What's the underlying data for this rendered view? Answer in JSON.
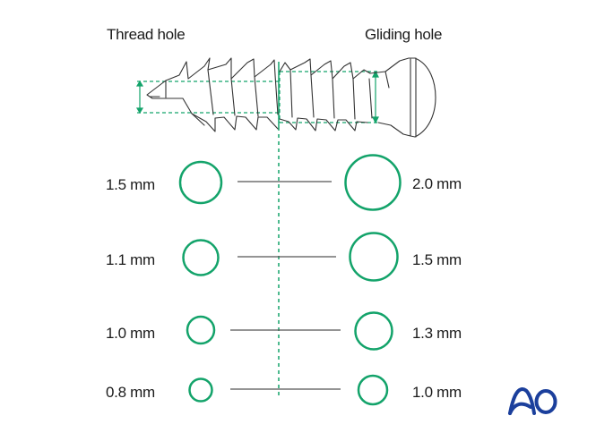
{
  "headers": {
    "thread_hole": "Thread hole",
    "gliding_hole": "Gliding hole"
  },
  "rows": [
    {
      "thread": "1.5 mm",
      "gliding": "2.0 mm"
    },
    {
      "thread": "1.1 mm",
      "gliding": "1.5 mm"
    },
    {
      "thread": "1.0 mm",
      "gliding": "1.3 mm"
    },
    {
      "thread": "0.8 mm",
      "gliding": "1.0 mm"
    }
  ],
  "colors": {
    "accent_green": "#13a36a",
    "line_gray": "#555555",
    "logo_blue": "#1b3f9c"
  },
  "logo": {
    "text": "AO"
  }
}
